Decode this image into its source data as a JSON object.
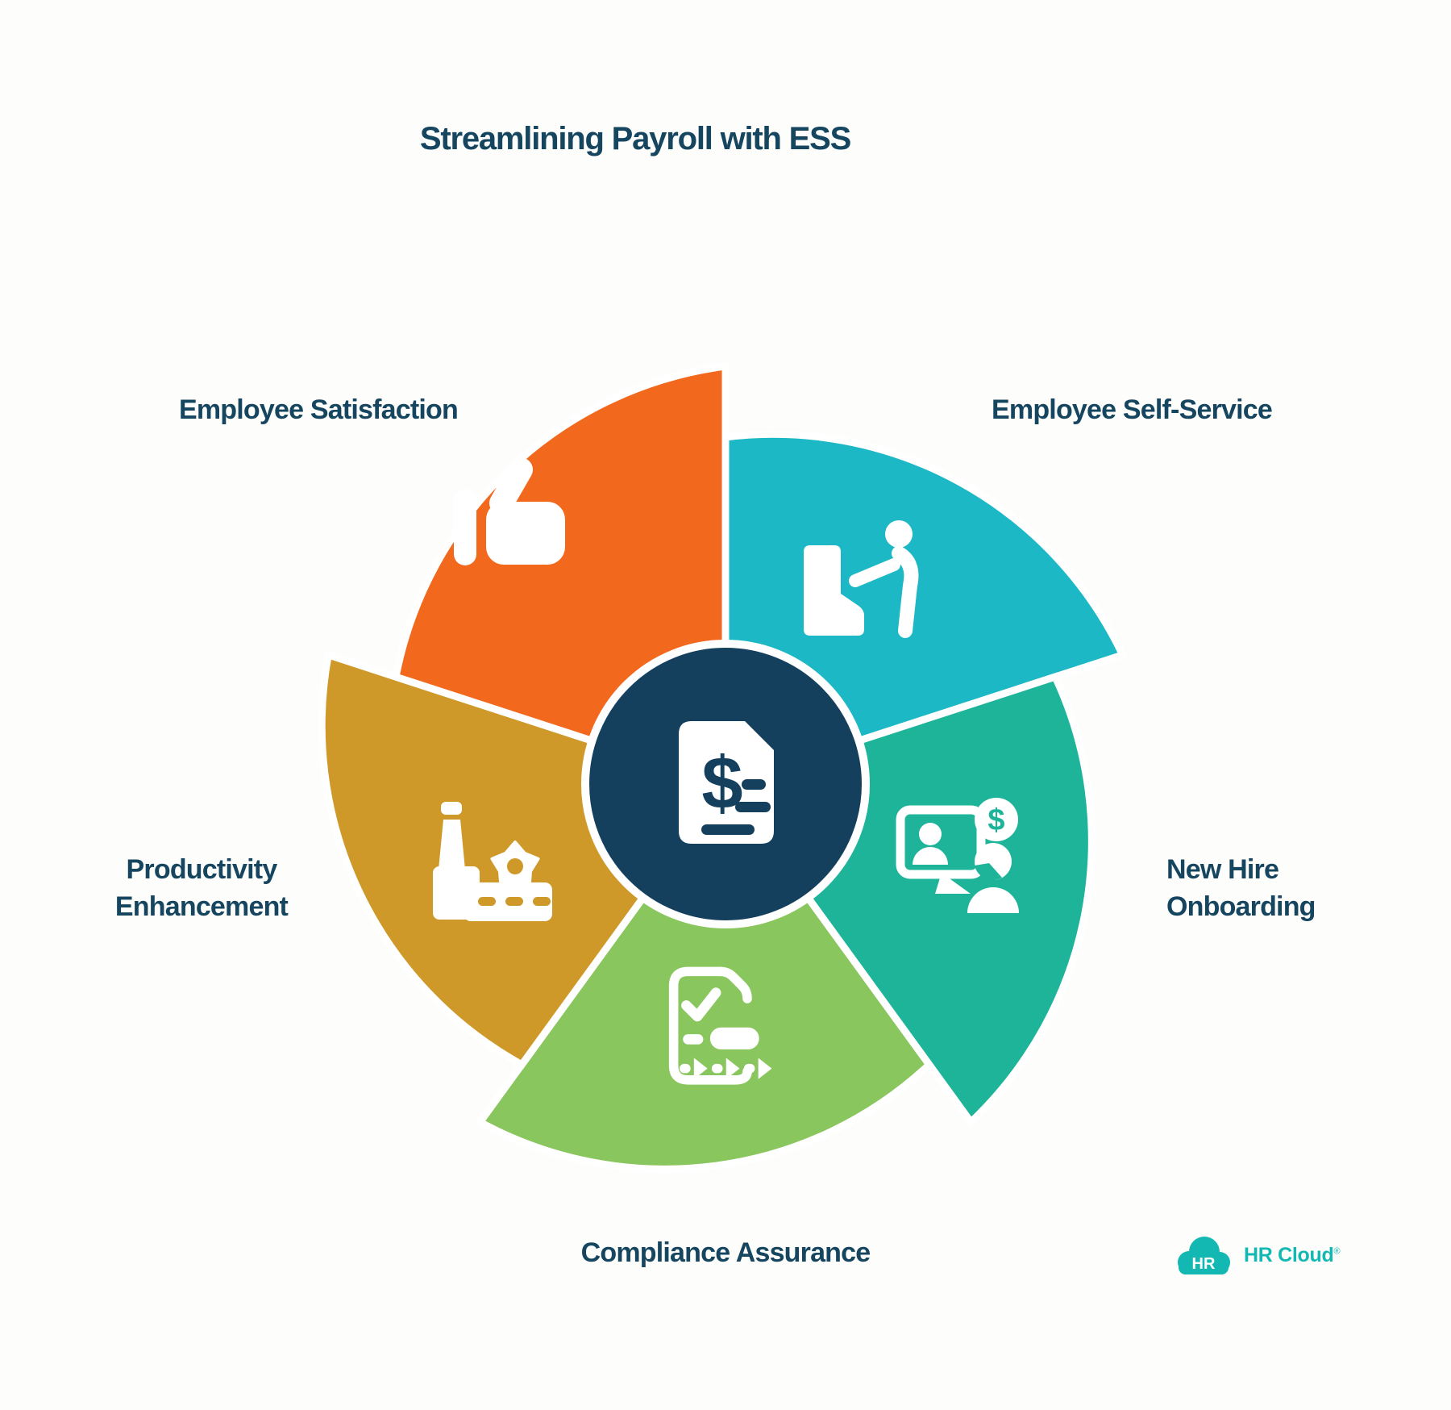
{
  "title": "Streamlining Payroll with ESS",
  "colors": {
    "background": "#FDFDFB",
    "separator": "#FFFFFF",
    "center_navy": "#14405E",
    "text_navy": "#15455F"
  },
  "center": {
    "icon": "payroll-invoice-icon",
    "glyph": "$"
  },
  "segments": [
    {
      "label": "Employee Self-Service",
      "color": "#1CB8C5",
      "icon": "person-at-kiosk-icon"
    },
    {
      "label": "New Hire Onboarding",
      "color": "#1EB499",
      "icon": "onboarding-video-call-icon",
      "coin_glyph": "$"
    },
    {
      "label": "Compliance Assurance",
      "color": "#8AC65E",
      "icon": "checklist-document-icon"
    },
    {
      "label": "Productivity Enhancement",
      "color": "#CF9929",
      "icon": "factory-gear-icon"
    },
    {
      "label": "Employee Satisfaction",
      "color": "#F2691E",
      "icon": "thumbs-up-icon"
    }
  ],
  "logo": {
    "badge": "HR",
    "text": "HR Cloud",
    "registered": "®",
    "color": "#13B8B2"
  }
}
